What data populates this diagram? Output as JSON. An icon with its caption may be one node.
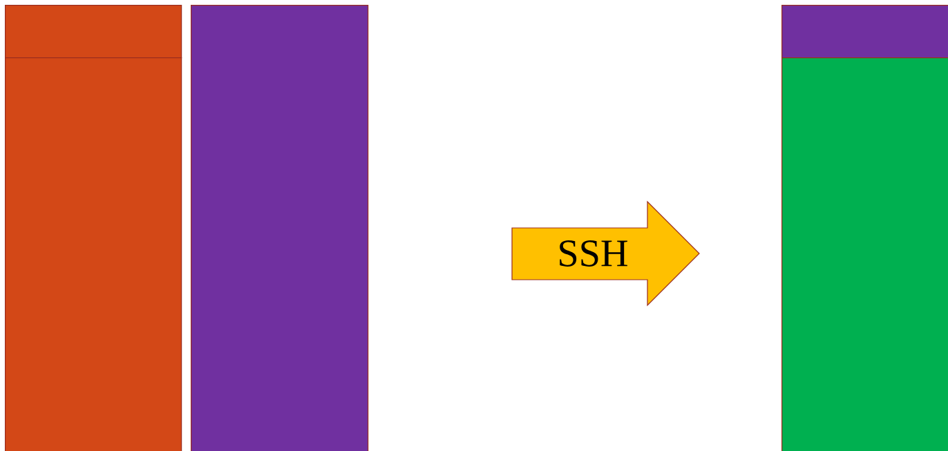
{
  "diagram": {
    "nodes": [
      {
        "text": [],
        "shape": "box"
      },
      {
        "text": [],
        "shape": "box"
      },
      {
        "text": [],
        "shape": "box"
      },
      {
        "text": [
          "SSH"
        ]
      },
      {
        "text": [],
        "shape": "box"
      },
      {
        "text": [],
        "shape": "box"
      }
    ]
  }
}
